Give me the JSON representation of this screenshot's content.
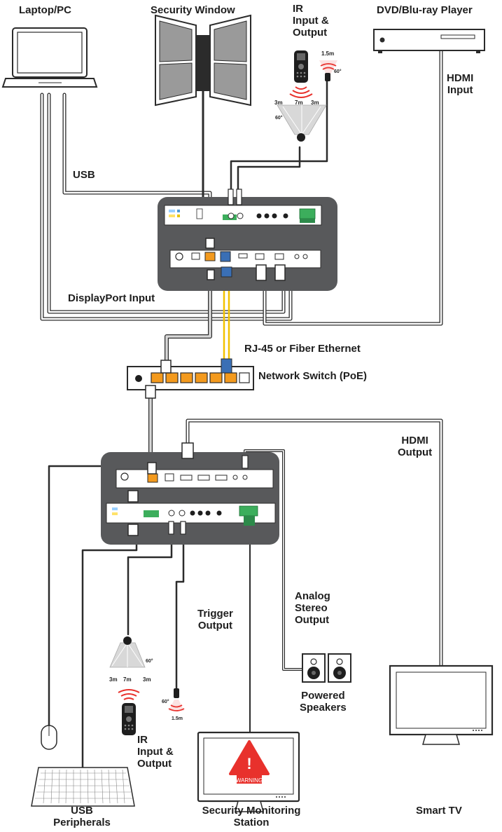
{
  "labels": {
    "laptop": "Laptop/PC",
    "security_window": "Security Window",
    "ir_top": "IR\nInput &\nOutput",
    "dvd": "DVD/Blu-ray Player",
    "hdmi_input": "HDMI\nInput",
    "usb": "USB",
    "displayport_input": "DisplayPort Input",
    "rj45_fiber": "RJ-45 or Fiber Ethernet",
    "network_switch": "Network Switch (PoE)",
    "hdmi_output": "HDMI\nOutput",
    "analog_stereo": "Analog\nStereo\nOutput",
    "trigger_output": "Trigger\nOutput",
    "powered_speakers": "Powered\nSpeakers",
    "ir_bottom": "IR\nInput &\nOutput",
    "usb_peripherals": "USB\nPeripherals",
    "security_station": "Security Monitoring\nStation",
    "smart_tv": "Smart TV"
  },
  "ir_specs_top": {
    "distance_short": "1.5m",
    "angle_emitter": "60°",
    "side_left": "3m",
    "center": "7m",
    "side_right": "3m",
    "angle_receiver": "60°"
  },
  "ir_specs_bottom": {
    "angle_receiver": "60°",
    "side_left": "3m",
    "center": "7m",
    "side_right": "3m",
    "angle_emitter": "60°",
    "distance_short": "1.5m"
  },
  "monitor_warning": "WARNING",
  "monitor_warning_symbol": "!",
  "colors": {
    "enclosure": "#58595b",
    "cable": "#2b2b2b",
    "fiber": "#f2c200",
    "fiber_connector": "#3a6fb5",
    "warning": "#e8312c",
    "rj45_port": "#f39a1e"
  }
}
